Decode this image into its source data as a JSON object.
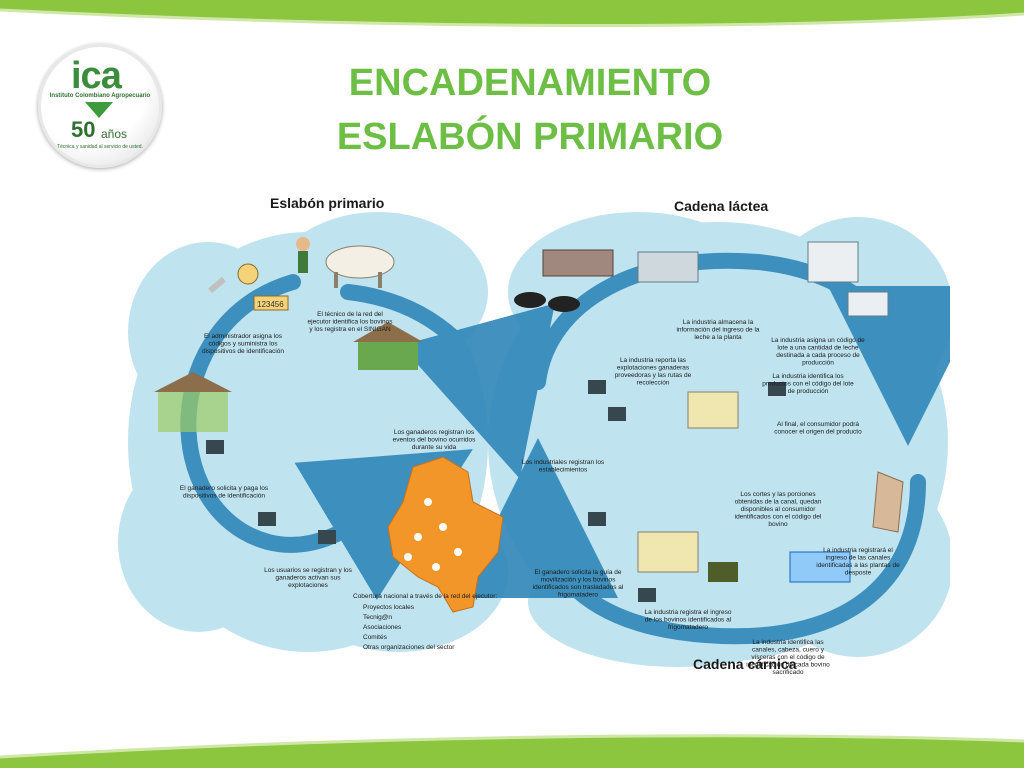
{
  "slide": {
    "title_line1": "ENCADENAMIENTO",
    "title_line2": "ESLABÓN PRIMARIO"
  },
  "logo": {
    "name": "ica",
    "subtitle": "Instituto Colombiano Agropecuario",
    "years": "50",
    "years_word": "años",
    "tagline": "Técnica y sanidad al servicio de usted."
  },
  "diagram": {
    "heading_primary": "Eslabón primario",
    "heading_dairy": "Cadena láctea",
    "heading_meat": "Cadena cárnica",
    "tag_number": "123456",
    "steps_primary": [
      "El técnico de la red del ejecutor identifica los bovinos y los registra en el SINIGAN",
      "El administrador asigna los códigos y suministra los dispositivos de identificación",
      "Los ganaderos registran los eventos del bovino ocurridos durante su vida",
      "El ganadero solicita y paga los dispositivos de identificación",
      "Los usuarios se registran y los ganaderos activan sus explotaciones"
    ],
    "coverage": {
      "heading": "Cobertura nacional a través de la red del ejecutor:",
      "items": [
        "Proyectos locales",
        "Tecnig@n",
        "Asociaciones",
        "Comités",
        "Otras organizaciones del sector"
      ]
    },
    "steps_dairy": [
      "La industria almacena la información del ingreso de la leche a la planta",
      "La industria asigna un código de lote a una cantidad de leche destinada a cada proceso de producción",
      "La industria reporta las explotaciones ganaderas proveedoras y las rutas de recolección",
      "La industria identifica los productos con el código del lote de producción",
      "Al final, el consumidor podrá conocer el origen del producto",
      "Los industriales registran los establecimientos"
    ],
    "steps_meat": [
      "Los cortes y las porciones obtenidas de la canal, quedan disponibles al consumidor identificados con el código del bovino",
      "La industria registrará el ingreso de las canales identificadas a las plantas de desposte",
      "El ganadero solicita la guía de movilización y los bovinos identificados son trasladados al frigomatadero",
      "La industria registra el ingreso de los bovinos identificados al frigomatadero",
      "La industria identifica las canales, cabeza, cuero y vísceras con el código de identificación de cada bovino sacrificado"
    ]
  },
  "colors": {
    "title_green": "#6dbe45",
    "band_green": "#8cc63f",
    "cloud_blue": "#bfe3ef",
    "arrow_blue": "#2f86b8",
    "map_orange": "#f2962a"
  }
}
